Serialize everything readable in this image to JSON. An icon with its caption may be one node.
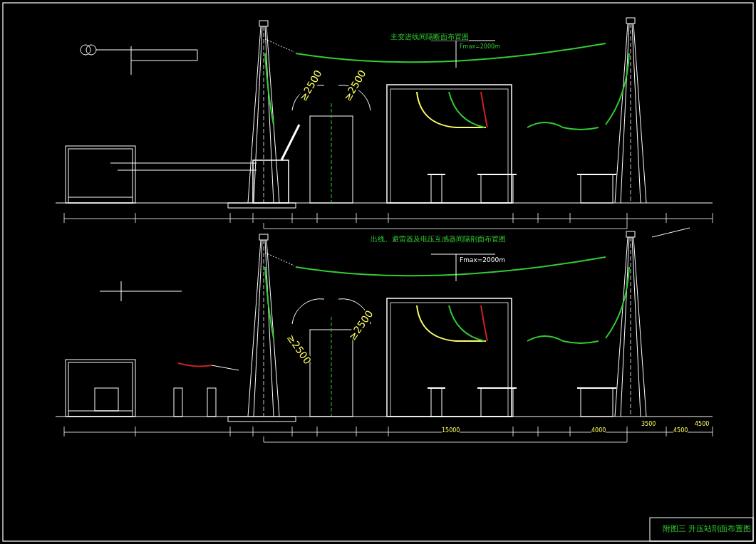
{
  "diagram": {
    "title": "附图三 升压站剖面布置图",
    "labels": [
      "主变进线间隔断面布置图",
      "Fmax=2000m",
      "≥2500",
      "≥2500",
      "出线、避雷器及电压互感器间隔剖面布置图",
      "Fmax=2000m",
      "≥2500",
      "≥2500",
      "15000",
      "4000",
      "3500",
      "4500",
      "4500"
    ]
  }
}
